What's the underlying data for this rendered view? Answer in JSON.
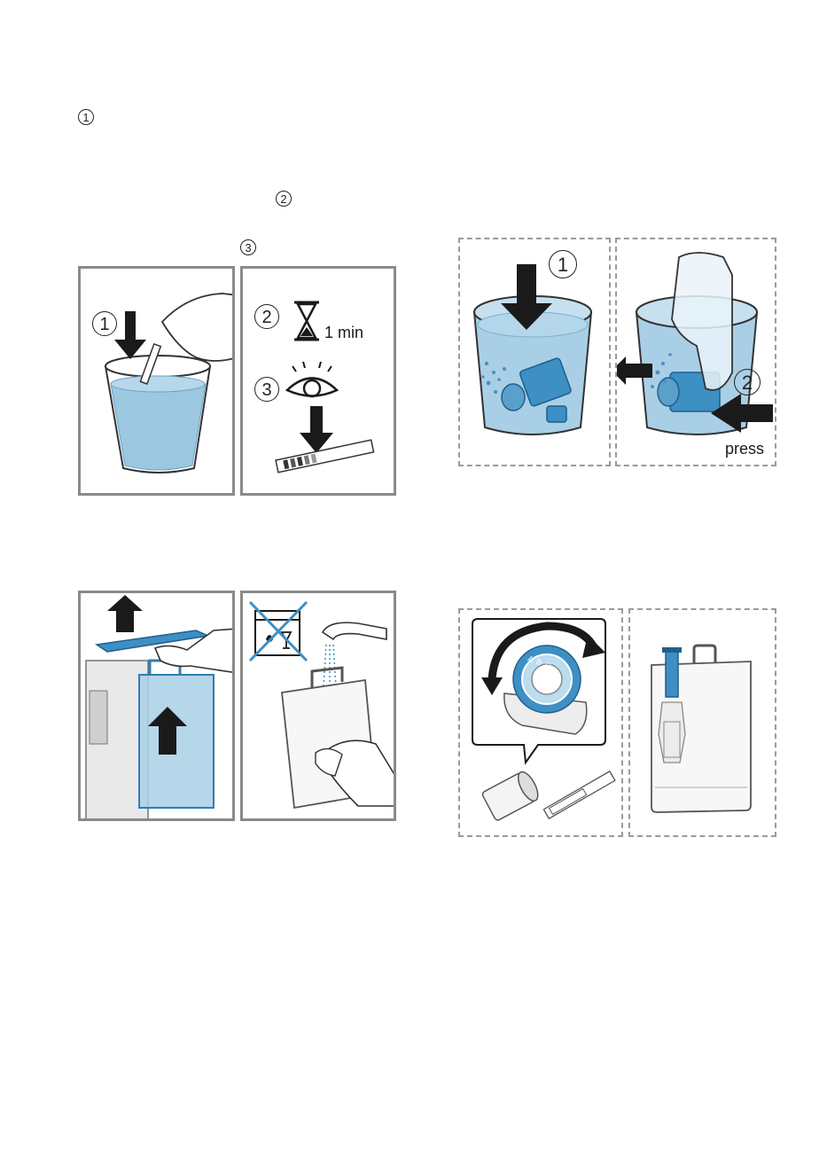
{
  "steps": {
    "marker_1": "1",
    "marker_2": "2",
    "marker_3": "3"
  },
  "fig_test_strip": {
    "callout_1": "1",
    "callout_2": "2",
    "callout_3": "3",
    "time_label": "1 min"
  },
  "fig_filter_soak": {
    "callout_1": "1",
    "callout_2": "2",
    "press_label": "press"
  },
  "fig_filter_dial": {
    "dial_letters": "A B C"
  },
  "colors": {
    "water": "#9cc7e0",
    "water_dark": "#5aa0cb",
    "filter_blue": "#3d8fc4",
    "panel_border": "#8a8a8a"
  }
}
